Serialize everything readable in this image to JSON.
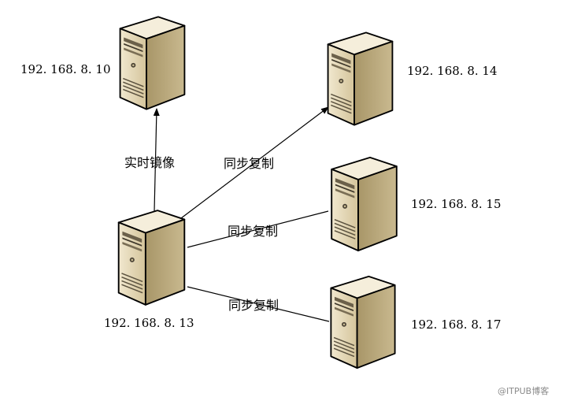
{
  "servers": {
    "s10": {
      "ip": "192. 168. 8. 10"
    },
    "s14": {
      "ip": "192. 168. 8. 14"
    },
    "s15": {
      "ip": "192. 168. 8. 15"
    },
    "s13": {
      "ip": "192. 168. 8. 13"
    },
    "s17": {
      "ip": "192. 168. 8. 17"
    }
  },
  "links": {
    "mirror": "实时镜像",
    "sync_14": "同步复制",
    "sync_15": "同步复制",
    "sync_17": "同步复制"
  },
  "watermark": "@ITPUB博客",
  "colors": {
    "server_front": "#e6d9b8",
    "server_side": "#b6a57c",
    "server_top": "#f3ecd8",
    "line": "#000000"
  },
  "icon": "tower-server-icon"
}
